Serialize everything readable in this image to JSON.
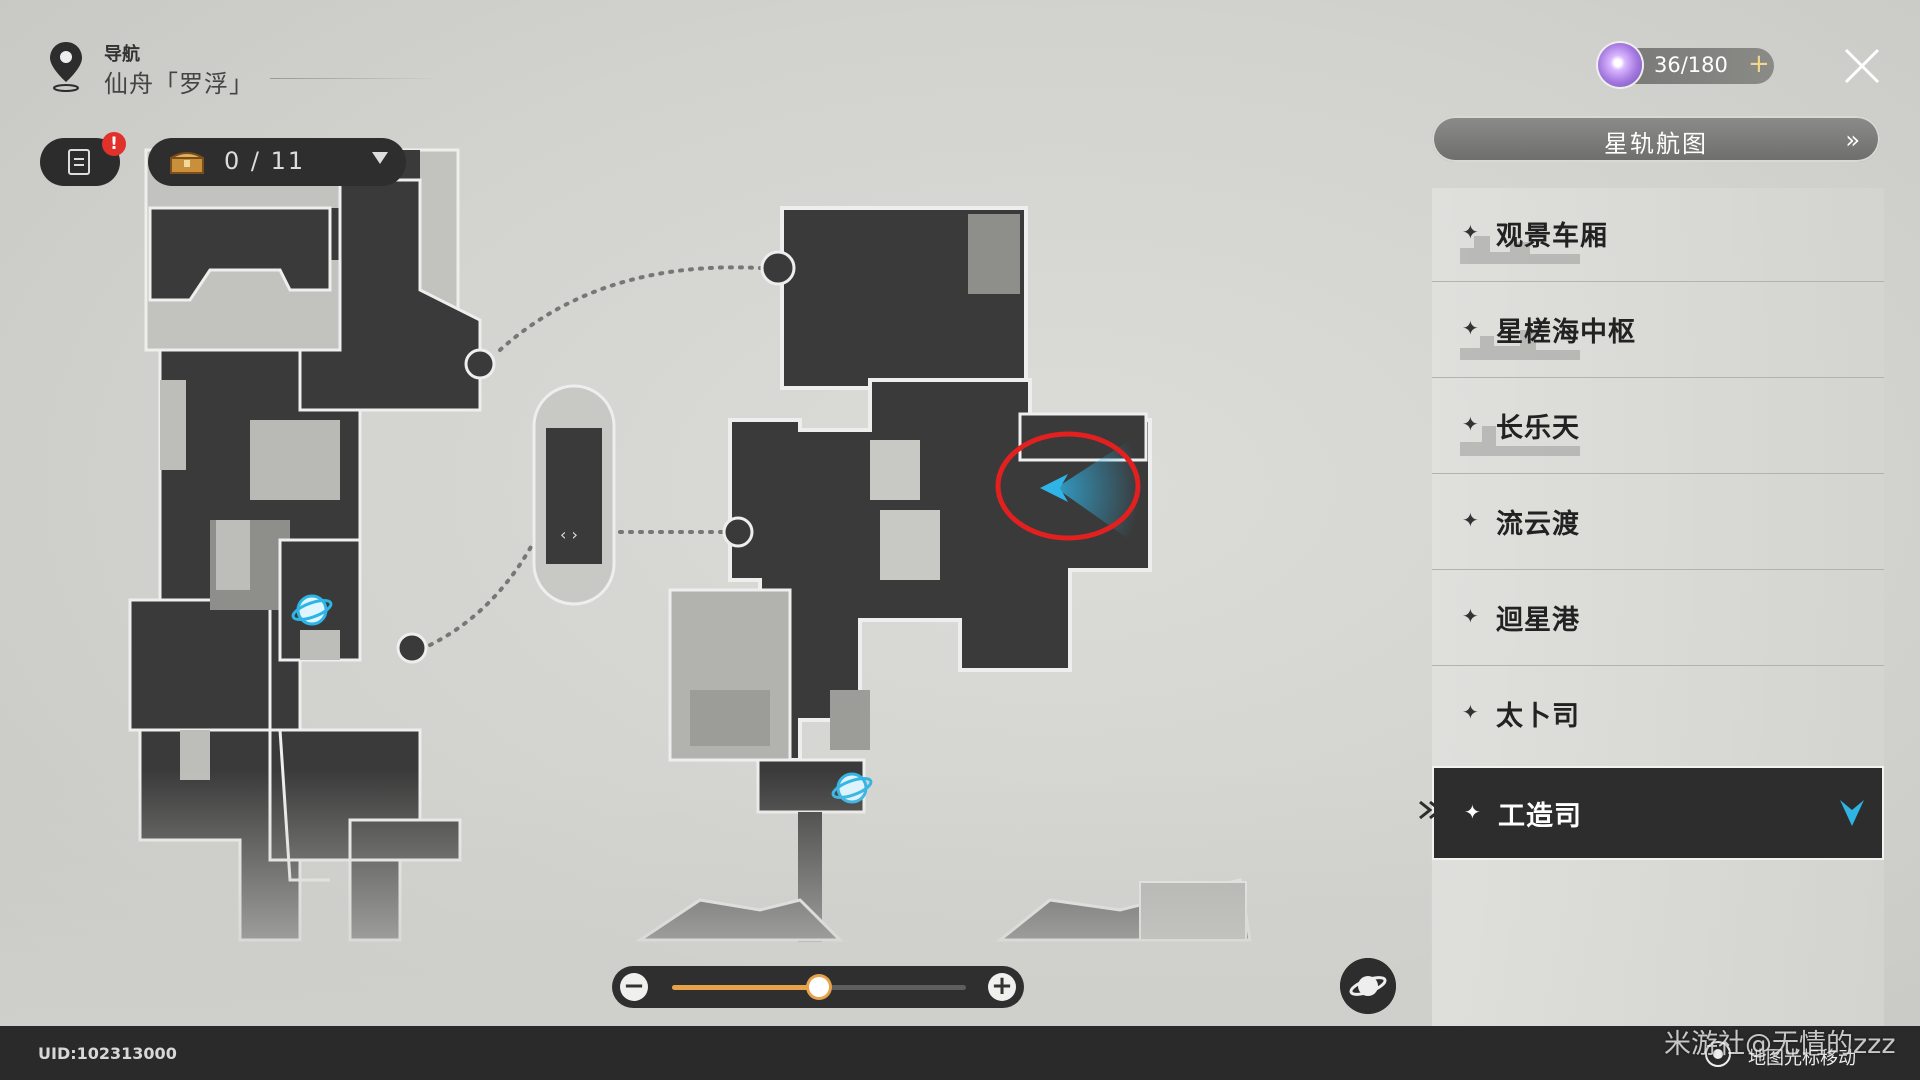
{
  "header": {
    "nav_title": "导航",
    "nav_location": "仙舟「罗浮」"
  },
  "stamina": {
    "value": "36/180",
    "plus": "+"
  },
  "toolbar": {
    "alert": "!",
    "chest_count": "0 / 11"
  },
  "starmap_button": {
    "label": "星轨航图"
  },
  "areas": [
    {
      "label": "观景车厢"
    },
    {
      "label": "星槎海中枢"
    },
    {
      "label": "长乐天"
    },
    {
      "label": "流云渡"
    },
    {
      "label": "迴星港"
    },
    {
      "label": "太卜司"
    },
    {
      "label": "工造司",
      "active": true
    }
  ],
  "zoom": {
    "minus": "−",
    "plus": "+",
    "level": 0.5
  },
  "footer": {
    "uid": "UID:102313000",
    "cursor_hint": "地图光标移动"
  },
  "watermark": "米游社@无情的zzz",
  "colors": {
    "accent_orange": "#e8a24a",
    "player_arrow": "#2fb4e6",
    "highlight_circle": "#e22020",
    "alert_red": "#e0322b"
  }
}
